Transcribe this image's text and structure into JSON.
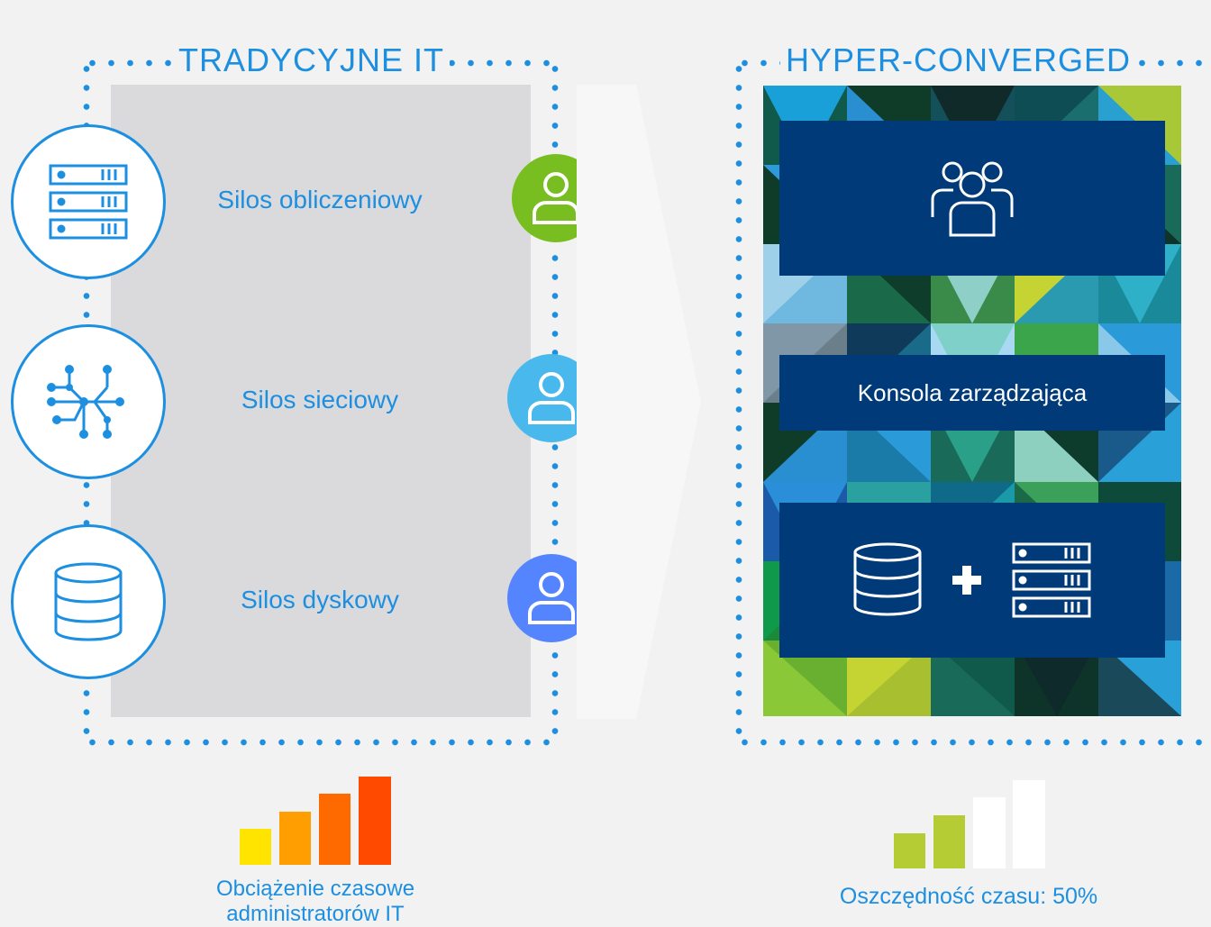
{
  "left_section": {
    "title": "TRADYCYJNE IT",
    "silos": [
      {
        "label": "Silos obliczeniowy",
        "icon": "server-rack-icon",
        "user_color": "#78be20"
      },
      {
        "label": "Silos sieciowy",
        "icon": "network-icon",
        "user_color": "#49b8ed"
      },
      {
        "label": "Silos dyskowy",
        "icon": "database-icon",
        "user_color": "#5584ff"
      }
    ],
    "bar_colors": [
      "#ffe400",
      "#ff9e00",
      "#ff6a00",
      "#ff4a00"
    ],
    "caption_lines": [
      "Obciążenie czasowe",
      "administratorów IT"
    ]
  },
  "right_section": {
    "title": "HYPER-CONVERGED",
    "console_label": "Konsola zarządzająca",
    "top_box_icon": "user-group-icon",
    "bottom_box_icons": [
      "database-icon",
      "plus-icon",
      "server-rack-icon"
    ],
    "bar_colors": [
      "#b5cc35",
      "#b5cc35",
      "#ffffff",
      "#ffffff"
    ],
    "caption": "Oszczędność czasu: 50%"
  },
  "colors": {
    "accent": "#1d8fe0",
    "navy": "#003a78",
    "panel_grey": "#dadadc",
    "background": "#f2f2f2"
  }
}
